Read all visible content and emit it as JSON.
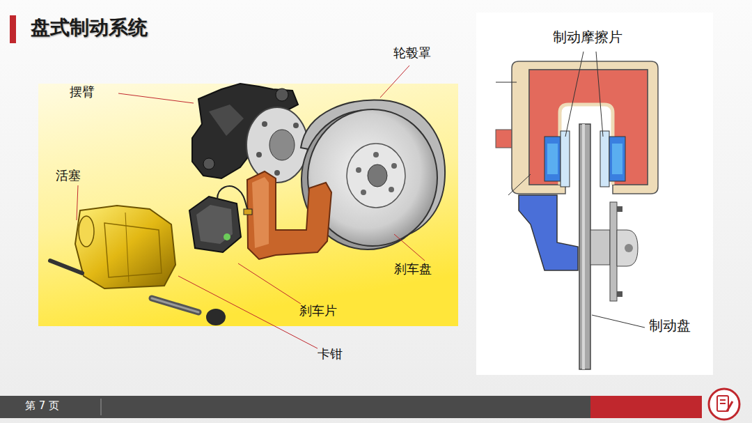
{
  "diagram": {
    "title": "盘式制动系统",
    "labels": [
      "摆臂",
      "轮毂罩",
      "活塞",
      "刹车盘",
      "刹车片",
      "卡钳",
      "制动摩擦片",
      "制动盘",
      "第 7 页"
    ]
  }
}
